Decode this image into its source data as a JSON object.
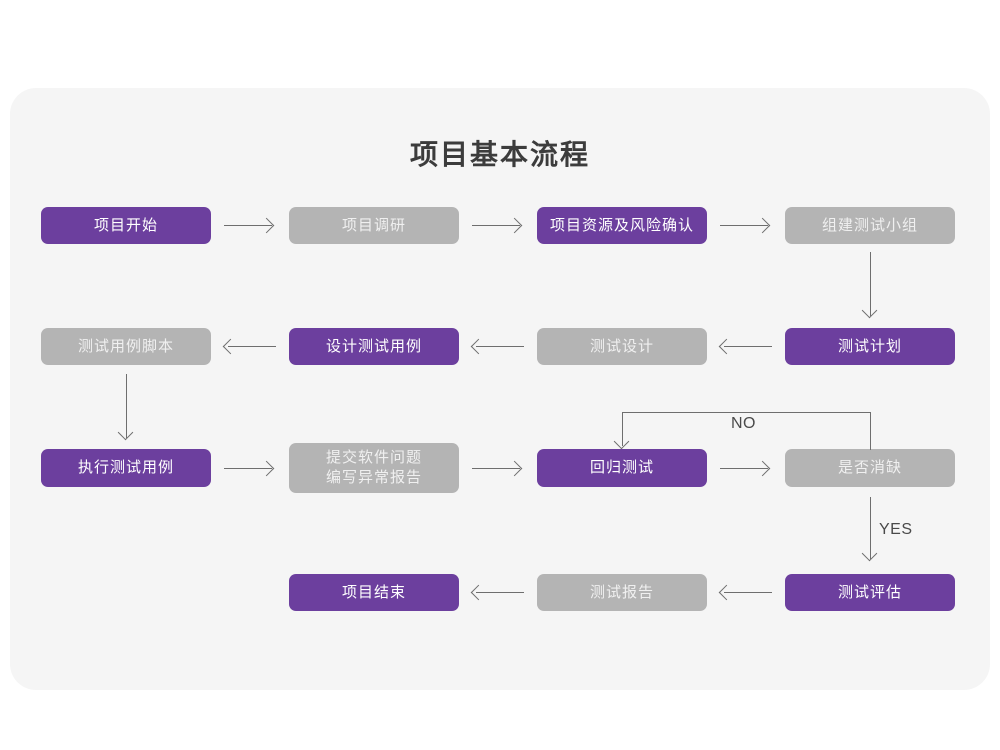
{
  "page": {
    "title": "项目基本流程",
    "background_color": "#ffffff",
    "card_color": "#f5f5f5",
    "accent_color": "#6c3f9e",
    "muted_color": "#b4b4b4",
    "connector_color": "#6e6e6e"
  },
  "chart_data": {
    "type": "diagram",
    "title": "项目基本流程",
    "nodes": [
      {
        "id": "n1",
        "label": "项目开始",
        "style": "purple",
        "row": 1,
        "col": 1
      },
      {
        "id": "n2",
        "label": "项目调研",
        "style": "gray",
        "row": 1,
        "col": 2
      },
      {
        "id": "n3",
        "label": "项目资源及风险确认",
        "style": "purple",
        "row": 1,
        "col": 3
      },
      {
        "id": "n4",
        "label": "组建测试小组",
        "style": "gray",
        "row": 1,
        "col": 4
      },
      {
        "id": "n5",
        "label": "测试计划",
        "style": "purple",
        "row": 2,
        "col": 4
      },
      {
        "id": "n6",
        "label": "测试设计",
        "style": "gray",
        "row": 2,
        "col": 3
      },
      {
        "id": "n7",
        "label": "设计测试用例",
        "style": "purple",
        "row": 2,
        "col": 2
      },
      {
        "id": "n8",
        "label": "测试用例脚本",
        "style": "gray",
        "row": 2,
        "col": 1
      },
      {
        "id": "n9",
        "label": "执行测试用例",
        "style": "purple",
        "row": 3,
        "col": 1
      },
      {
        "id": "n10",
        "label": "提交软件问题\n编写异常报告",
        "style": "gray",
        "row": 3,
        "col": 2
      },
      {
        "id": "n11",
        "label": "回归测试",
        "style": "purple",
        "row": 3,
        "col": 3
      },
      {
        "id": "n12",
        "label": "是否消缺",
        "style": "gray",
        "row": 3,
        "col": 4
      },
      {
        "id": "n13",
        "label": "测试评估",
        "style": "purple",
        "row": 4,
        "col": 4
      },
      {
        "id": "n14",
        "label": "测试报告",
        "style": "gray",
        "row": 4,
        "col": 3
      },
      {
        "id": "n15",
        "label": "项目结束",
        "style": "purple",
        "row": 4,
        "col": 2
      }
    ],
    "edges": [
      {
        "from": "n1",
        "to": "n2",
        "label": "",
        "direction": "right"
      },
      {
        "from": "n2",
        "to": "n3",
        "label": "",
        "direction": "right"
      },
      {
        "from": "n3",
        "to": "n4",
        "label": "",
        "direction": "right"
      },
      {
        "from": "n4",
        "to": "n5",
        "label": "",
        "direction": "down"
      },
      {
        "from": "n5",
        "to": "n6",
        "label": "",
        "direction": "left"
      },
      {
        "from": "n6",
        "to": "n7",
        "label": "",
        "direction": "left"
      },
      {
        "from": "n7",
        "to": "n8",
        "label": "",
        "direction": "left"
      },
      {
        "from": "n8",
        "to": "n9",
        "label": "",
        "direction": "down"
      },
      {
        "from": "n9",
        "to": "n10",
        "label": "",
        "direction": "right"
      },
      {
        "from": "n10",
        "to": "n11",
        "label": "",
        "direction": "right"
      },
      {
        "from": "n11",
        "to": "n12",
        "label": "",
        "direction": "right"
      },
      {
        "from": "n12",
        "to": "n11",
        "label": "NO",
        "direction": "feedback-up-left"
      },
      {
        "from": "n12",
        "to": "n13",
        "label": "YES",
        "direction": "down"
      },
      {
        "from": "n13",
        "to": "n14",
        "label": "",
        "direction": "left"
      },
      {
        "from": "n14",
        "to": "n15",
        "label": "",
        "direction": "left"
      }
    ],
    "edge_labels": {
      "no": "NO",
      "yes": "YES"
    }
  }
}
